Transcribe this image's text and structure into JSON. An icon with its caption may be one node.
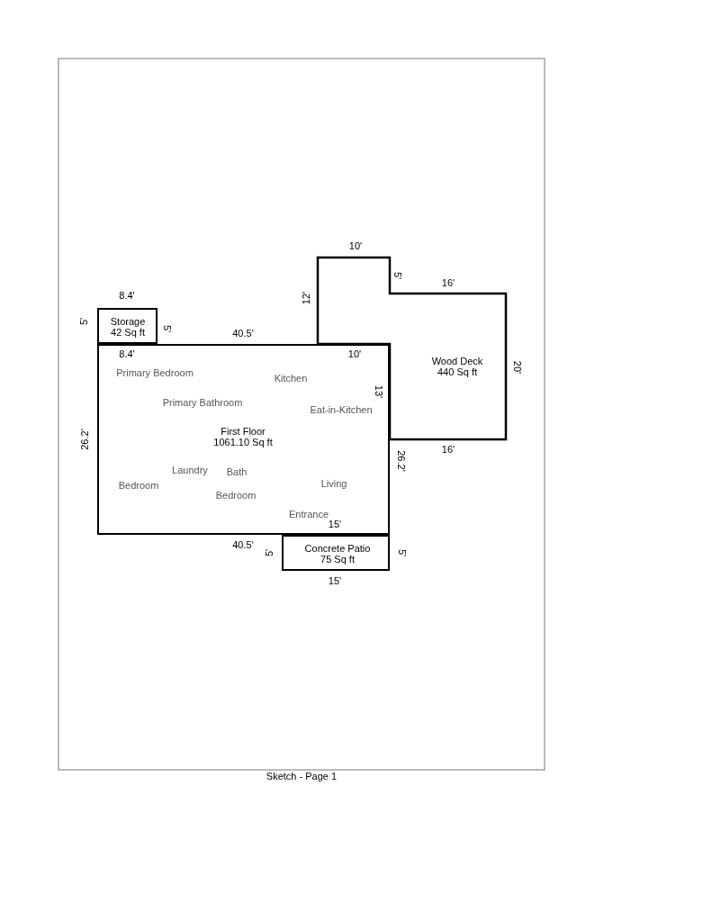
{
  "diagram": {
    "caption": "Sketch - Page 1",
    "nodes": [
      {
        "text": [
          "Storage",
          "42 Sq ft"
        ]
      },
      {
        "text": [
          "First Floor",
          "1061.10 Sq ft"
        ]
      },
      {
        "text": [
          "Wood Deck",
          "440 Sq ft"
        ]
      },
      {
        "text": [
          "Concrete Patio",
          "75 Sq ft"
        ]
      }
    ],
    "edges": [],
    "labels": [
      "10'",
      "5'",
      "16'",
      "8.4'",
      "12'",
      "5'",
      "5'",
      "40.5'",
      "8.4'",
      "10'",
      "20'",
      "Primary Bedroom",
      "Kitchen",
      "13'",
      "Primary Bathroom",
      "Eat-in-Kitchen",
      "26.2'",
      "26.2'",
      "16'",
      "Laundry",
      "Bath",
      "Bedroom",
      "Living",
      "Bedroom",
      "Entrance",
      "15'",
      "40.5'",
      "5'",
      "5'",
      "15'"
    ]
  }
}
